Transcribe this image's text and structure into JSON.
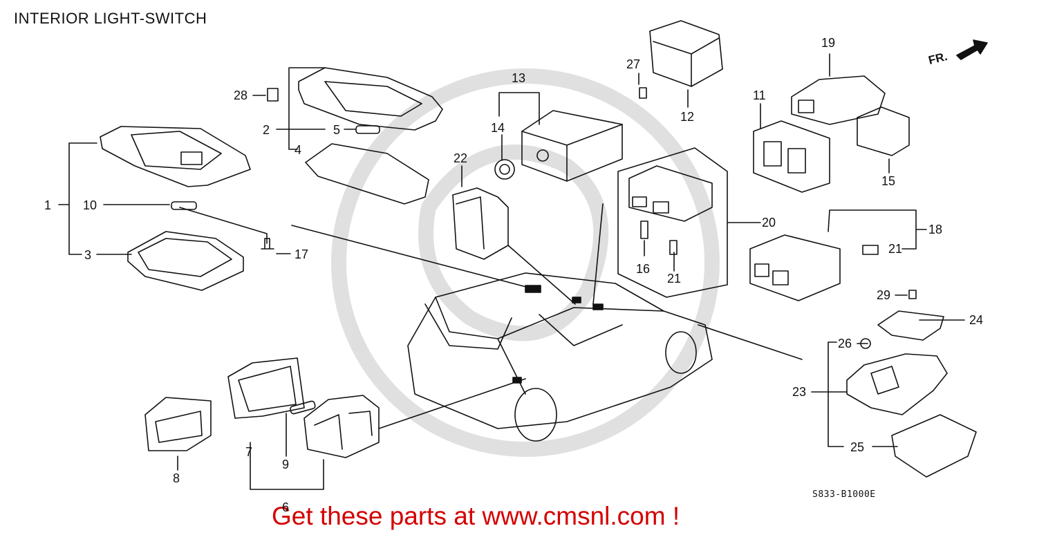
{
  "title": "INTERIOR LIGHT-SWITCH",
  "promo_text": "Get these parts at www.cmsnl.com !",
  "drawing_code": "S833-B1000E",
  "direction_label": "FR.",
  "colors": {
    "ink": "#111111",
    "promo": "#d40000",
    "watermark": "#d8d8d8"
  },
  "callouts": [
    "1",
    "2",
    "3",
    "4",
    "5",
    "6",
    "7",
    "8",
    "9",
    "10",
    "11",
    "12",
    "13",
    "14",
    "15",
    "16",
    "17",
    "18",
    "19",
    "20",
    "21",
    "21",
    "22",
    "23",
    "24",
    "25",
    "26",
    "27",
    "28",
    "29"
  ]
}
